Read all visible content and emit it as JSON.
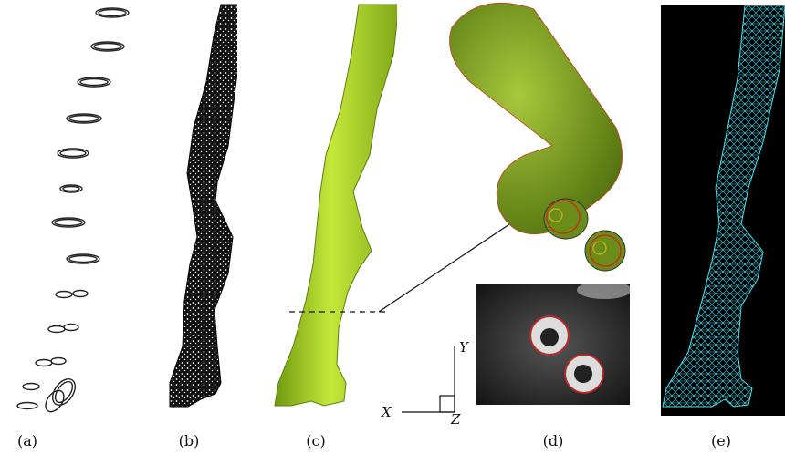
{
  "panels": [
    {
      "id": "a",
      "label": "(a)"
    },
    {
      "id": "b",
      "label": "(b)"
    },
    {
      "id": "c",
      "label": "(c)"
    },
    {
      "id": "d",
      "label": "(d)"
    },
    {
      "id": "e",
      "label": "(e)"
    }
  ],
  "axes": {
    "x": "X",
    "y": "Y",
    "z": "Z"
  },
  "colors": {
    "mesh_green": "#9acd32",
    "vessel_dark_green": "#6b8e23",
    "wireframe_cyan": "#40e0f0",
    "contour_red": "#d42020",
    "background_black": "#000000"
  }
}
